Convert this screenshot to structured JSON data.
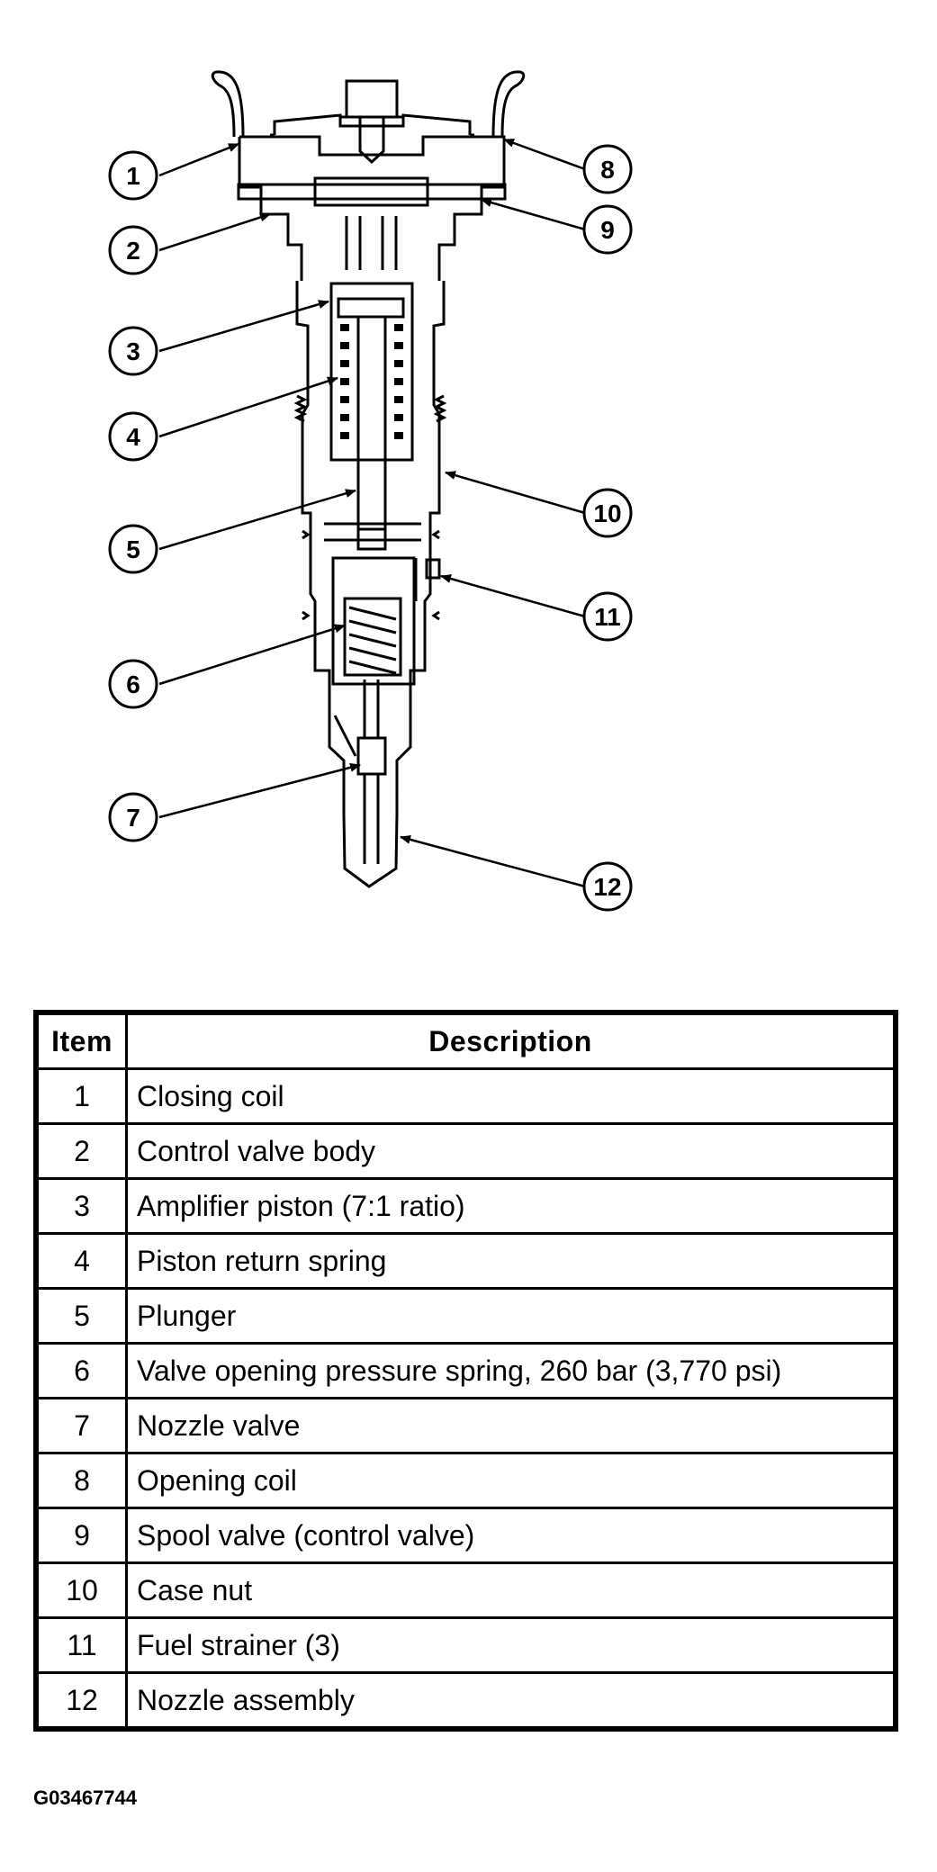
{
  "callouts": [
    "1",
    "2",
    "3",
    "4",
    "5",
    "6",
    "7",
    "8",
    "9",
    "10",
    "11",
    "12"
  ],
  "table": {
    "header_item": "Item",
    "header_description": "Description",
    "rows": [
      {
        "item": "1",
        "description": "Closing coil"
      },
      {
        "item": "2",
        "description": "Control valve body"
      },
      {
        "item": "3",
        "description": "Amplifier piston (7:1 ratio)"
      },
      {
        "item": "4",
        "description": "Piston return spring"
      },
      {
        "item": "5",
        "description": "Plunger"
      },
      {
        "item": "6",
        "description": "Valve opening pressure spring, 260 bar (3,770 psi)"
      },
      {
        "item": "7",
        "description": "Nozzle valve"
      },
      {
        "item": "8",
        "description": "Opening coil"
      },
      {
        "item": "9",
        "description": "Spool valve (control valve)"
      },
      {
        "item": "10",
        "description": "Case nut"
      },
      {
        "item": "11",
        "description": "Fuel strainer (3)"
      },
      {
        "item": "12",
        "description": "Nozzle assembly"
      }
    ]
  },
  "figure_code": "G03467744"
}
